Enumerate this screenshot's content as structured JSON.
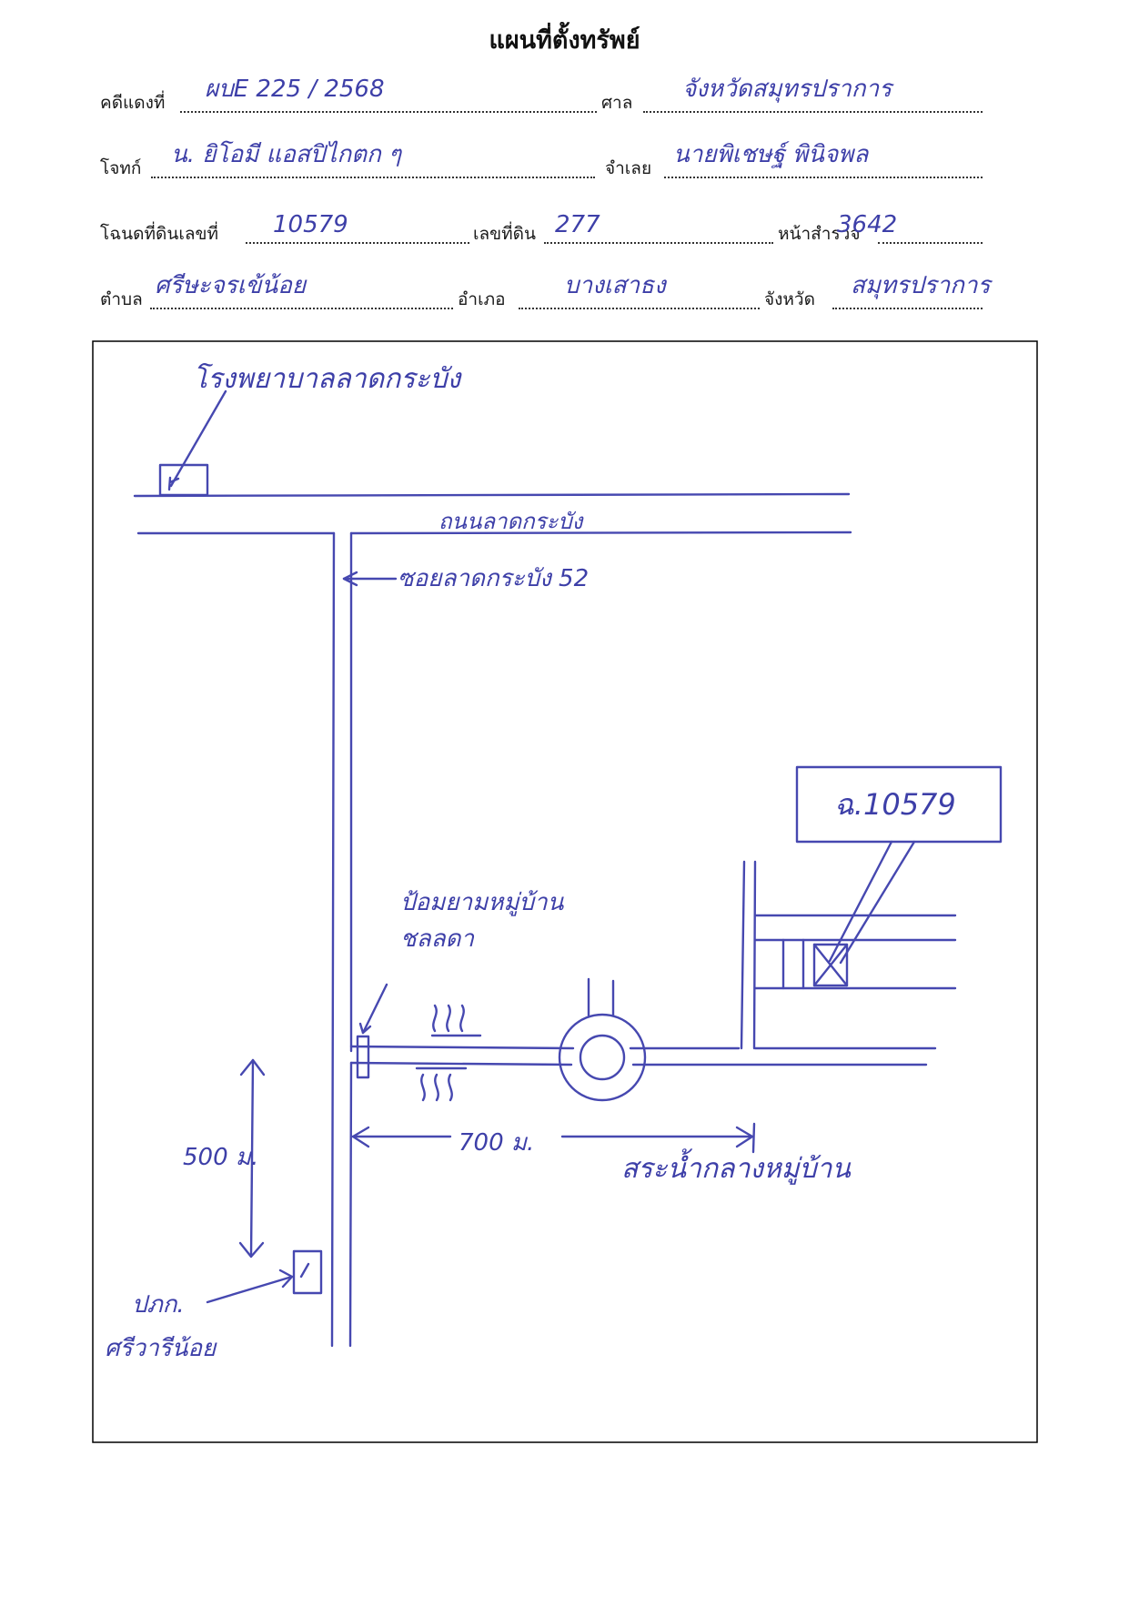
{
  "title": "แผนที่ตั้งทรัพย์",
  "header": {
    "case_label": "คดีแดงที่",
    "case_value": "ผบE 225 / 2568",
    "court_label": "ศาล",
    "court_value": "จังหวัดสมุทรปราการ",
    "plaintiff_label": "โจทก์",
    "plaintiff_value": "น. ยิโอมี แอสปิไกตก ๆ",
    "defendant_label": "จำเลย",
    "defendant_value": "นายพิเชษฐ์ พินิจพล",
    "deed_label": "โฉนดที่ดินเลขที่",
    "deed_value": "10579",
    "land_no_label": "เลขที่ดิน",
    "land_no_value": "277",
    "survey_label": "หน้าสำรวจ",
    "survey_value": "3642",
    "subdistrict_label": "ตำบล",
    "subdistrict_value": "ศรีษะจรเข้น้อย",
    "district_label": "อำเภอ",
    "district_value": "บางเสาธง",
    "province_label": "จังหวัด",
    "province_value": "สมุทรปราการ"
  },
  "map": {
    "hospital": "โรงพยาบาลลาดกระบัง",
    "main_road": "ถนนลาดกระบัง",
    "soi": "ซอยลาดกระบัง 52",
    "village_gate_line1": "ป้อมยามหมู่บ้าน",
    "village_gate_line2": "ชลลดา",
    "deed_box": "ฉ.10579",
    "distance_vertical": "500 ม.",
    "distance_horizontal": "700 ม.",
    "village_pool": "สระน้ำกลางหมู่บ้าน",
    "police_line1": "ปภก.",
    "police_line2": "ศรีวารีน้อย"
  }
}
